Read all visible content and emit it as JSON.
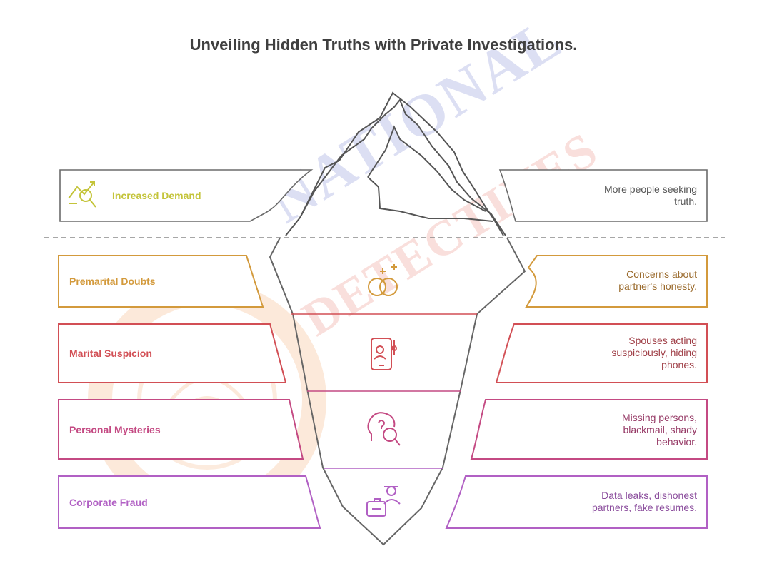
{
  "title": "Unveiling Hidden Truths with Private Investigations.",
  "above": {
    "label": "Increased Demand",
    "description": [
      "More people seeking",
      "truth."
    ],
    "icon": "chart-magnifier-icon",
    "color": "#c4c43a"
  },
  "layers": [
    {
      "label": "Premarital Doubts",
      "description": [
        "Concerns about",
        "partner's honesty."
      ],
      "icon": "rings-icon",
      "color": "#d39a3c"
    },
    {
      "label": "Marital Suspicion",
      "description": [
        "Spouses acting",
        "suspiciously, hiding",
        "phones."
      ],
      "icon": "phone-user-icon",
      "color": "#d24f55"
    },
    {
      "label": "Personal Mysteries",
      "description": [
        "Missing persons,",
        "blackmail, shady",
        "behavior."
      ],
      "icon": "head-question-magnifier-icon",
      "color": "#c44a83"
    },
    {
      "label": "Corporate Fraud",
      "description": [
        "Data leaks, dishonest",
        "partners, fake resumes."
      ],
      "icon": "spy-briefcase-icon",
      "color": "#b160c4"
    }
  ],
  "watermark": {
    "line1": "NATIONAL",
    "line2": "DETECTIVES",
    "color1": "#2f3fb8",
    "color2": "#e0402c"
  }
}
